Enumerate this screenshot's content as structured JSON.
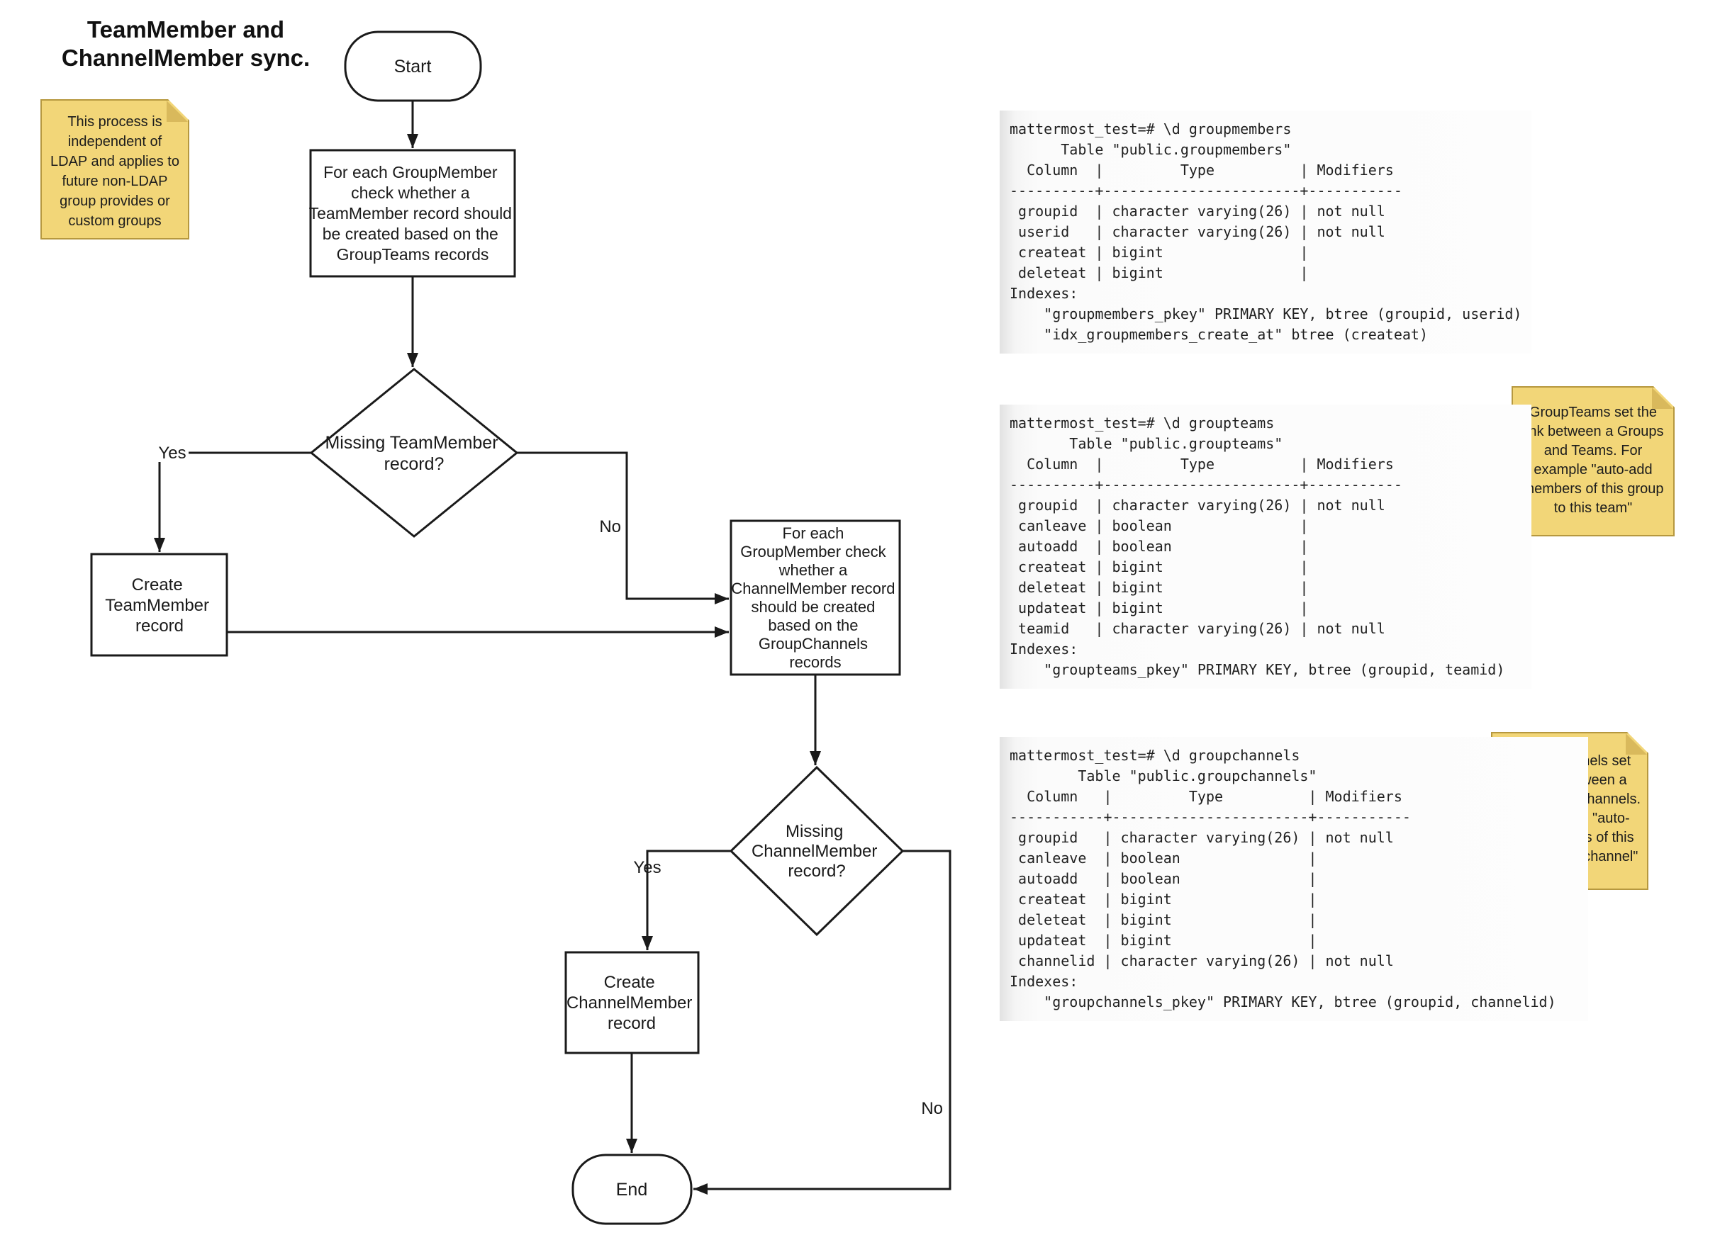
{
  "title": {
    "line1": "TeamMember and",
    "line2": "ChannelMember sync."
  },
  "notes": {
    "ldap": "This process is independent of LDAP and applies to future non-LDAP group provides or custom groups",
    "groupteams": "GroupTeams set the link between a Groups and Teams. For example \"auto-add members of this group to this team\"",
    "groupchannels": "GroupChannels set the link between a Groups and Channels. For example \"auto-add members of this group to this channel\""
  },
  "flowchart": {
    "start": "Start",
    "end": "End",
    "process1": {
      "lines": [
        "For each GroupMember",
        "check whether a",
        "TeamMember record should",
        "be created based on the",
        "GroupTeams records"
      ]
    },
    "decision1": {
      "lines": [
        "Missing TeamMember",
        "record?"
      ]
    },
    "create_teammember": {
      "lines": [
        "Create",
        "TeamMember",
        "record"
      ]
    },
    "process2": {
      "lines": [
        "For each",
        "GroupMember check",
        "whether a",
        "ChannelMember record",
        "should be created",
        "based on the",
        "GroupChannels",
        "records"
      ]
    },
    "decision2": {
      "lines": [
        "Missing",
        "ChannelMember",
        "record?"
      ]
    },
    "create_channelmember": {
      "lines": [
        "Create",
        "ChannelMember",
        "record"
      ]
    },
    "labels": {
      "yes1": "Yes",
      "no1": "No",
      "yes2": "Yes",
      "no2": "No"
    }
  },
  "code_blocks": [
    {
      "id": "groupmembers",
      "lines": [
        "mattermost_test=# \\d groupmembers",
        "      Table \"public.groupmembers\"",
        "  Column  |         Type          | Modifiers",
        "----------+-----------------------+-----------",
        " groupid  | character varying(26) | not null",
        " userid   | character varying(26) | not null",
        " createat | bigint                |",
        " deleteat | bigint                |",
        "Indexes:",
        "    \"groupmembers_pkey\" PRIMARY KEY, btree (groupid, userid)",
        "    \"idx_groupmembers_create_at\" btree (createat)"
      ]
    },
    {
      "id": "groupteams",
      "lines": [
        "mattermost_test=# \\d groupteams",
        "       Table \"public.groupteams\"",
        "  Column  |         Type          | Modifiers",
        "----------+-----------------------+-----------",
        " groupid  | character varying(26) | not null",
        " canleave | boolean               |",
        " autoadd  | boolean               |",
        " createat | bigint                |",
        " deleteat | bigint                |",
        " updateat | bigint                |",
        " teamid   | character varying(26) | not null",
        "Indexes:",
        "    \"groupteams_pkey\" PRIMARY KEY, btree (groupid, teamid)"
      ]
    },
    {
      "id": "groupchannels",
      "lines": [
        "mattermost_test=# \\d groupchannels",
        "        Table \"public.groupchannels\"",
        "  Column   |         Type          | Modifiers",
        "-----------+-----------------------+-----------",
        " groupid   | character varying(26) | not null",
        " canleave  | boolean               |",
        " autoadd   | boolean               |",
        " createat  | bigint                |",
        " deleteat  | bigint                |",
        " updateat  | bigint                |",
        " channelid | character varying(26) | not null",
        "Indexes:",
        "    \"groupchannels_pkey\" PRIMARY KEY, btree (groupid, channelid)"
      ]
    }
  ],
  "colors": {
    "sticky_fill": "#f2d678",
    "sticky_fold": "#d9b95c",
    "sticky_border": "#b6983f",
    "stroke": "#1a1a1a",
    "background": "#ffffff"
  }
}
